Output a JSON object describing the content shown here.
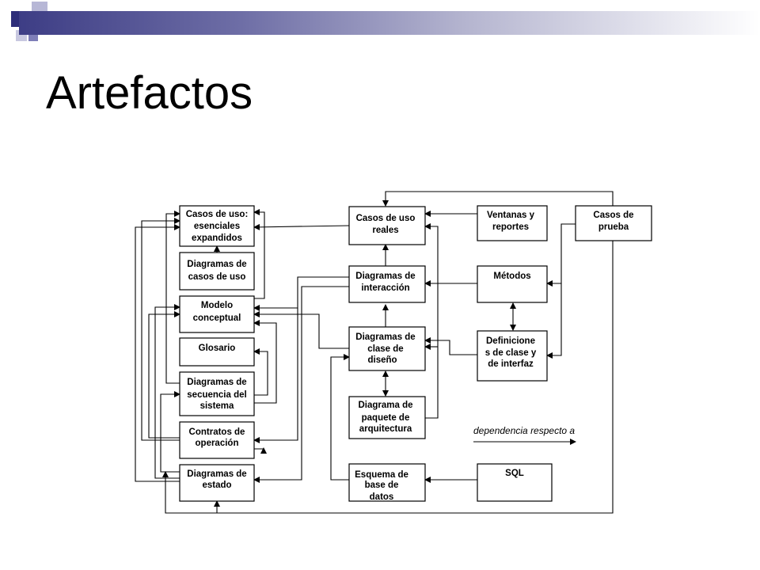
{
  "slide": {
    "title": "Artefactos",
    "accent_dark": "#2e2e7a",
    "accent_light": "#a9a9d0"
  },
  "diagram": {
    "boxes": {
      "casos_uso_esenciales": [
        "Casos de uso:",
        "esenciales",
        "expandidos"
      ],
      "diagramas_casos_uso": [
        "Diagramas de",
        "casos de uso"
      ],
      "modelo_conceptual": [
        "Modelo",
        "conceptual"
      ],
      "glosario": [
        "Glosario"
      ],
      "diagramas_secuencia": [
        "Diagramas de",
        "secuencia del",
        "sistema"
      ],
      "contratos_operacion": [
        "Contratos de",
        "operación"
      ],
      "diagramas_estado": [
        "Diagramas de",
        "estado"
      ],
      "casos_uso_reales": [
        "Casos de uso",
        "reales"
      ],
      "diagramas_interaccion": [
        "Diagramas de",
        "interacción"
      ],
      "diagramas_clase": [
        "Diagramas de",
        "clase de",
        "diseño"
      ],
      "diagrama_paquete": [
        "Diagrama de",
        "paquete de",
        "arquitectura"
      ],
      "esquema_bd": [
        "Esquema de",
        "base de",
        "datos"
      ],
      "ventanas_reportes": [
        "Ventanas y",
        "reportes"
      ],
      "casos_prueba": [
        "Casos de",
        "prueba"
      ],
      "metodos": [
        "Métodos"
      ],
      "definiciones": [
        "Definicione",
        "s de clase y",
        "de interfaz"
      ],
      "sql": [
        "SQL"
      ]
    },
    "legend": "dependencia respecto a"
  }
}
